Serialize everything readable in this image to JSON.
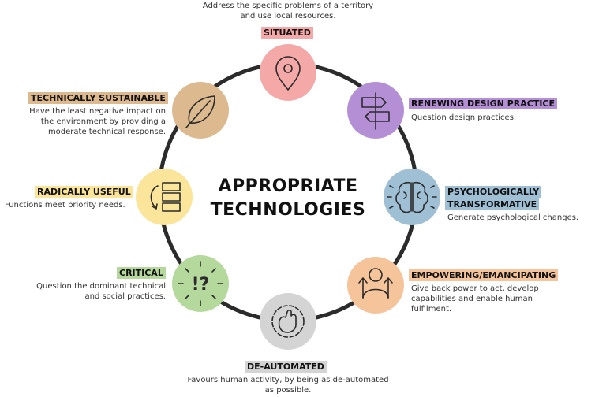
{
  "title": {
    "line1": "APPROPRIATE",
    "line2": "TECHNOLOGIES"
  },
  "items": [
    {
      "label": "SITUATED",
      "color": "#f4a9a8",
      "icon": "location-pin-icon",
      "desc": [
        "Address the specific problems of a territory",
        "and use local resources."
      ]
    },
    {
      "label": "RENEWING DESIGN PRACTICE",
      "color": "#b48fd6",
      "icon": "signpost-icon",
      "desc": [
        "Question design practices."
      ]
    },
    {
      "label": "PSYCHOLOGICALLY",
      "label2": "TRANSFORMATIVE",
      "color": "#9fbfd4",
      "icon": "brain-icon",
      "desc": [
        "Generate psychological changes."
      ]
    },
    {
      "label": "EMPOWERING/EMANCIPATING",
      "color": "#f5c49a",
      "icon": "people-growth-icon",
      "desc": [
        "Give back power to act, develop",
        "capabilities and enable human",
        "fulfilment."
      ]
    },
    {
      "label": "DE-AUTOMATED",
      "color": "#d4d4d4",
      "icon": "hand-gear-icon",
      "desc": [
        "Favours human activity, by being as de-automated",
        "as possible."
      ]
    },
    {
      "label": "CRITICAL",
      "color": "#b5d99c",
      "icon": "exclamation-question-icon",
      "desc": [
        "Question the dominant technical",
        "and social practices."
      ]
    },
    {
      "label": "RADICALLY USEFUL",
      "color": "#fbe59a",
      "icon": "list-cycle-icon",
      "desc": [
        "Functions meet priority needs."
      ]
    },
    {
      "label": "TECHNICALLY SUSTAINABLE",
      "color": "#ddb98f",
      "icon": "leaf-icon",
      "desc": [
        "Have the least negative impact on",
        "the environment by providing a",
        "moderate technical response."
      ]
    }
  ]
}
